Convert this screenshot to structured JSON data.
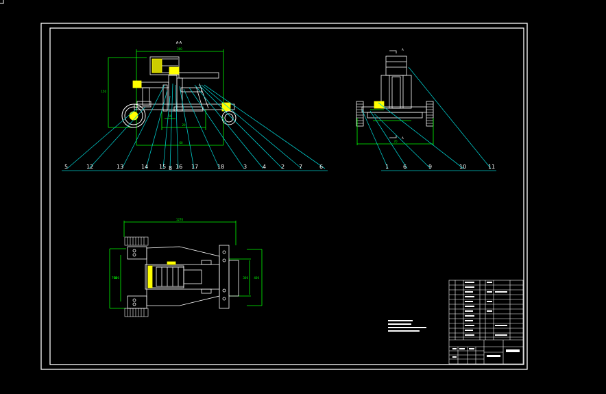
{
  "colors": {
    "background": "#000000",
    "frame": "#ffffff",
    "geometry": "#ffffff",
    "leader": "#00c8c8",
    "dimension": "#00ff00",
    "hatch": "#ffff00",
    "label": "#ffffff"
  },
  "corner_icon": "ucs-corner-icon",
  "views": {
    "front": {
      "section_title": "A-A",
      "dims": {
        "top_width": "300",
        "height": "150",
        "dim_a": "50",
        "dim_b": "20",
        "dim_c": "60"
      },
      "labels": [
        "5",
        "12",
        "13",
        "14",
        "15",
        "8",
        "16",
        "17",
        "18",
        "3",
        "4",
        "2",
        "7",
        "6"
      ]
    },
    "side": {
      "section_marks": [
        "A",
        "A"
      ],
      "dims": {
        "bottom_width": "70"
      },
      "labels": [
        "1",
        "6",
        "9",
        "10",
        "11"
      ]
    },
    "top": {
      "dims": {
        "overall_length": "1270",
        "left_height": "700",
        "left_inner": "500",
        "right_height": "400",
        "right_inner": "300"
      }
    }
  },
  "title_block": {
    "parts_rows": 13,
    "note_lines": 4
  }
}
